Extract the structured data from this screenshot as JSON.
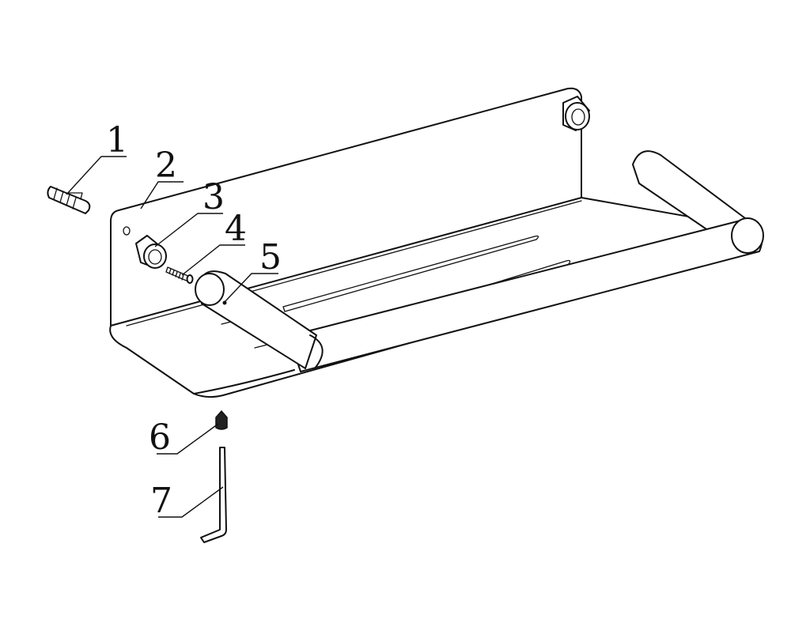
{
  "callouts": [
    {
      "label": "1",
      "part": "wall-plug"
    },
    {
      "label": "2",
      "part": "shelf-tray"
    },
    {
      "label": "3",
      "part": "spacer-sleeve"
    },
    {
      "label": "4",
      "part": "screw"
    },
    {
      "label": "5",
      "part": "rail-bar"
    },
    {
      "label": "6",
      "part": "set-screw"
    },
    {
      "label": "7",
      "part": "hex-key"
    }
  ],
  "colors": {
    "line": "#111111",
    "background": "#ffffff"
  }
}
